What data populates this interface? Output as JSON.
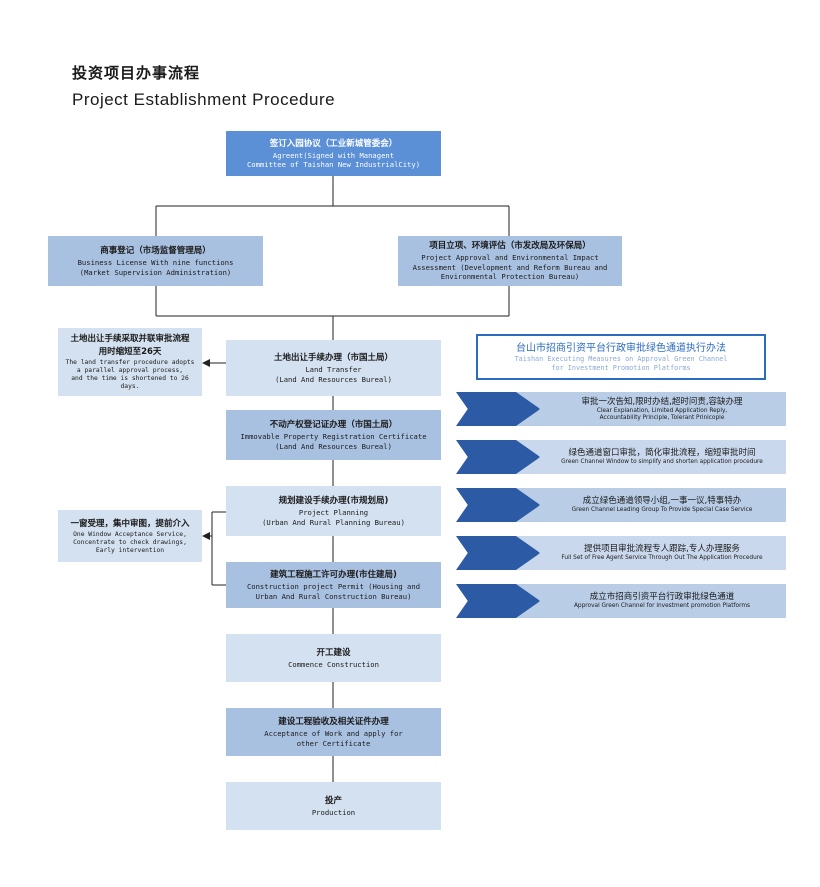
{
  "header": {
    "title_cn": "投资项目办事流程",
    "title_en": "Project Establishment Procedure"
  },
  "steps": {
    "agreement": {
      "cn": "签订入园协议（工业新城管委会）",
      "en": "Agreent(Signed with Managent\nCommittee of Taishan New IndustrialCity)"
    },
    "business": {
      "cn": "商事登记（市场监督管理局）",
      "en": "Business License With nine functions\n(Market Supervision Administration)"
    },
    "approval": {
      "cn": "项目立项、环境评估（市发改局及环保局）",
      "en": "Project Approval and Environmental Impact\nAssessment (Development and Reform Bureau and\nEnvironmental Protection Bureau)"
    },
    "land": {
      "cn": "土地出让手续办理（市国土局）",
      "en": "Land Transfer\n(Land And Resources Bureal)"
    },
    "property": {
      "cn": "不动产权登记证办理（市国土局）",
      "en": "Immovable Property Registration Certificate\n(Land And Resources Bureal)"
    },
    "planning": {
      "cn": "规划建设手续办理(市规划局)",
      "en": "Project Planning\n(Urban And Rural Planning Bureau)"
    },
    "permit": {
      "cn": "建筑工程施工许可办理(市住建局)",
      "en": "Construction project Permit (Housing and\nUrban And Rural Construction Bureau)"
    },
    "commence": {
      "cn": "开工建设",
      "en": "Commence Construction"
    },
    "acceptance": {
      "cn": "建设工程验收及相关证件办理",
      "en": "Acceptance of Work and apply for\nother Certificate"
    },
    "production": {
      "cn": "投产",
      "en": "Production"
    }
  },
  "side_notes": {
    "land_note": {
      "cn": "土地出让手续采取并联审批流程\n用时缩短至26天",
      "en": "The land transfer procedure adopts\na parallel approval process,\nand the time is shortened to 26 days."
    },
    "window_note": {
      "cn": "一窗受理，集中审图，提前介入",
      "en": "One Window Acceptance Service,\nConcentrate to check drawings,\nEarly intervention"
    }
  },
  "measures": {
    "title_cn": "台山市招商引资平台行政审批绿色通道执行办法",
    "title_en": "Taishan Executing Measures on Approval Green Channel\nfor Investment Promotion Platforms",
    "items": [
      {
        "cn": "审批一次告知,限时办结,超时问责,容缺办理",
        "en": "Clear Explanation, Limited Application Reply,\nAccountability Principle, Tolerant Prinicople"
      },
      {
        "cn": "绿色通道窗口审批，简化审批流程，缩短审批时间",
        "en": "Green Channel Window to simplify and shorten application procedure"
      },
      {
        "cn": "成立绿色通道领导小组,一事一议,特事特办",
        "en": "Green Channel Leading Group To Provide Special Case Service"
      },
      {
        "cn": "提供项目审批流程专人跟踪,专人办理服务",
        "en": "Full Set of Free Agent Service Through Out The Application Procedure"
      },
      {
        "cn": "成立市招商引资平台行政审批绿色通道",
        "en": "Approval Green Channel for investment promotion Platforms"
      }
    ]
  },
  "colors": {
    "dark_box": "#5b8fd6",
    "mid_box": "#a9c1e1",
    "light_box": "#d4e1f0",
    "chevron": "#2c5aa5",
    "accent": "#2c6cc0"
  }
}
